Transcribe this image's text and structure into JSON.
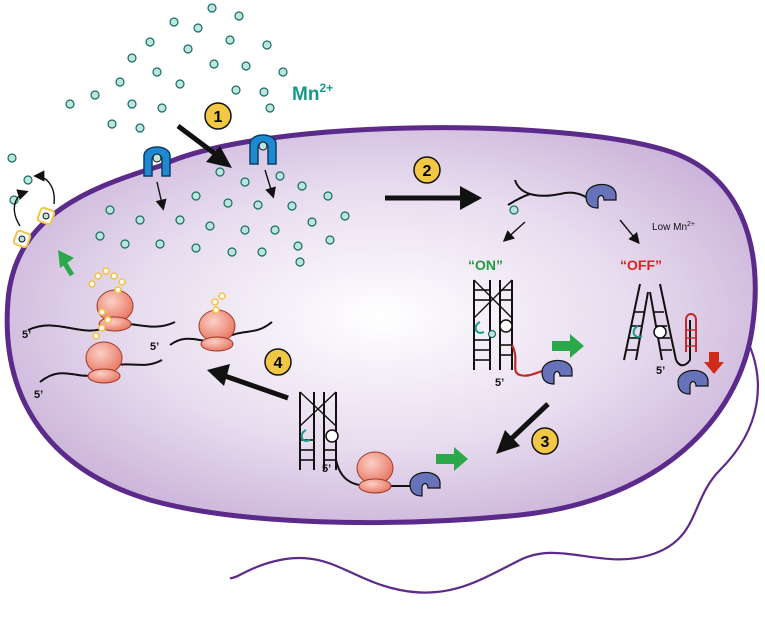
{
  "labels": {
    "ion_name": "Mn",
    "ion_charge": "2+",
    "low_mn_prefix": "Low Mn",
    "low_mn_charge": "2+",
    "on_state": "“ON”",
    "off_state": "“OFF”",
    "five_prime": "5’"
  },
  "steps": [
    {
      "number": "1"
    },
    {
      "number": "2"
    },
    {
      "number": "3"
    },
    {
      "number": "4"
    }
  ],
  "colors": {
    "cell_membrane": "#5b2a8a",
    "cytoplasm": "#d9c7e4",
    "ion_fill": "#bfe3dd",
    "ion_accent": "#139a8a",
    "transporter": "#1e88d0",
    "ribosome": "#f08a7c",
    "peptide": "#f3c34a",
    "regulatory_protein": "#6673b8",
    "step_badge": "#f2c744",
    "on_text": "#1f9e3e",
    "off_text": "#e02020",
    "green_arrow": "#2aa84a",
    "red_arrow": "#d22a1a"
  }
}
